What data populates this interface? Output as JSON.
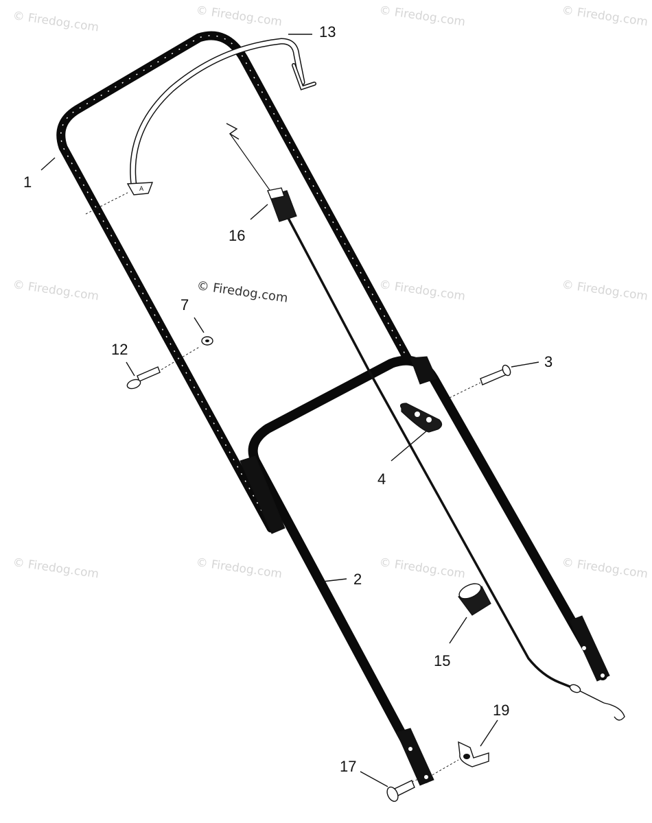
{
  "watermark": "© Firedog.com",
  "center_watermark": "© Firedog.com",
  "callouts": {
    "upper_handle": "1",
    "lower_handle": "2",
    "carriage_bolt": "3",
    "cable_guide": "4",
    "nut": "7",
    "screw": "12",
    "control_bail": "13",
    "handle_grip": "15",
    "cable_housing_clip": "16",
    "handle_bolt": "17",
    "wing_nut": "19"
  }
}
